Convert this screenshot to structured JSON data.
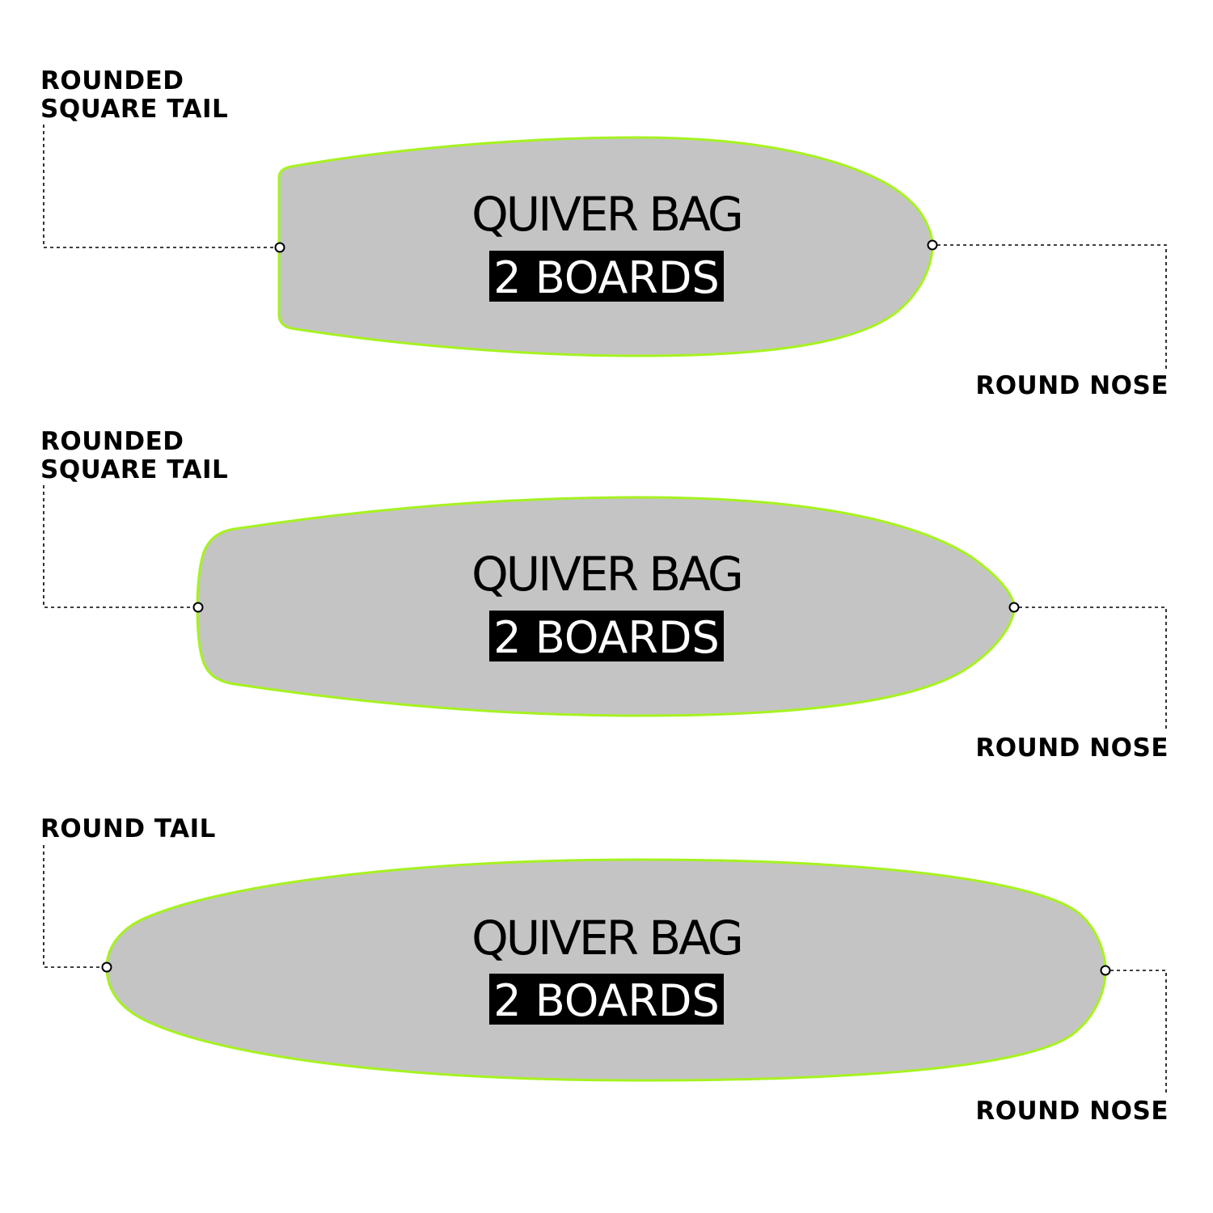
{
  "colors": {
    "board_fill": "#c4c4c4",
    "board_outline": "#a6f21f",
    "label_bg": "#000000",
    "label_text": "#ffffff",
    "ink": "#000000"
  },
  "boards": [
    {
      "tail_label_line1": "ROUNDED",
      "tail_label_line2": "SQUARE TAIL",
      "nose_label": "ROUND NOSE",
      "title": "QUIVER BAG",
      "subtitle": "2 BOARDS"
    },
    {
      "tail_label_line1": "ROUNDED",
      "tail_label_line2": "SQUARE TAIL",
      "nose_label": "ROUND NOSE",
      "title": "QUIVER BAG",
      "subtitle": "2 BOARDS"
    },
    {
      "tail_label_line1": "ROUND TAIL",
      "tail_label_line2": "",
      "nose_label": "ROUND NOSE",
      "title": "QUIVER BAG",
      "subtitle": "2 BOARDS"
    }
  ]
}
